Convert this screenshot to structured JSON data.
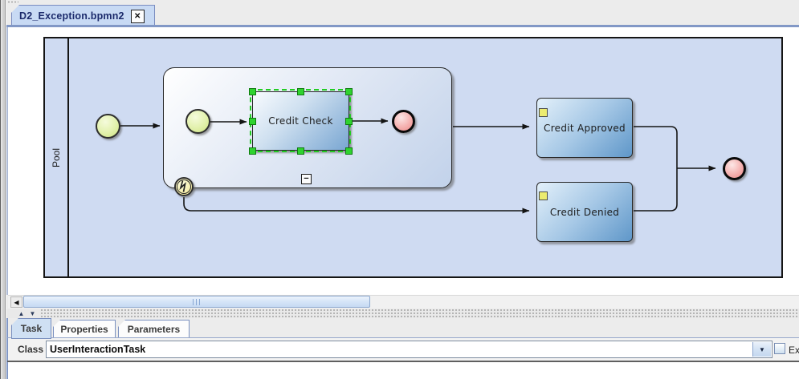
{
  "editor": {
    "tab_title": "D2_Exception.bpmn2"
  },
  "diagram": {
    "pool_label": "Pool",
    "nodes": {
      "credit_check": "Credit Check",
      "credit_approved": "Credit Approved",
      "credit_denied": "Credit Denied"
    }
  },
  "panel": {
    "tabs": [
      {
        "label": "Task",
        "selected": true
      },
      {
        "label": "Properties",
        "selected": false
      },
      {
        "label": "Parameters",
        "selected": false
      }
    ],
    "class_label": "Class",
    "class_value": "UserInteractionTask",
    "checkbox_label": "Ex"
  },
  "icons": {
    "close": "✕",
    "collapse_minus": "−",
    "scroll_left": "◀",
    "splitter_up": "▲",
    "splitter_down": "▼",
    "dropdown": "▼"
  },
  "colors": {
    "pool_fill": "#cfdbf2",
    "tab_selected": "#c8daf4",
    "panel_tab_selected": "#cfe0f3",
    "border_blue": "#8298c6",
    "selection_green": "#2fd32f",
    "event_start_green": "#cde37f",
    "event_end_pink": "#ec8a89",
    "event_boundary_yellow": "#f3eba4",
    "task_gradient_blue": "#5f97c9",
    "marker_yellow": "#ecec70"
  }
}
